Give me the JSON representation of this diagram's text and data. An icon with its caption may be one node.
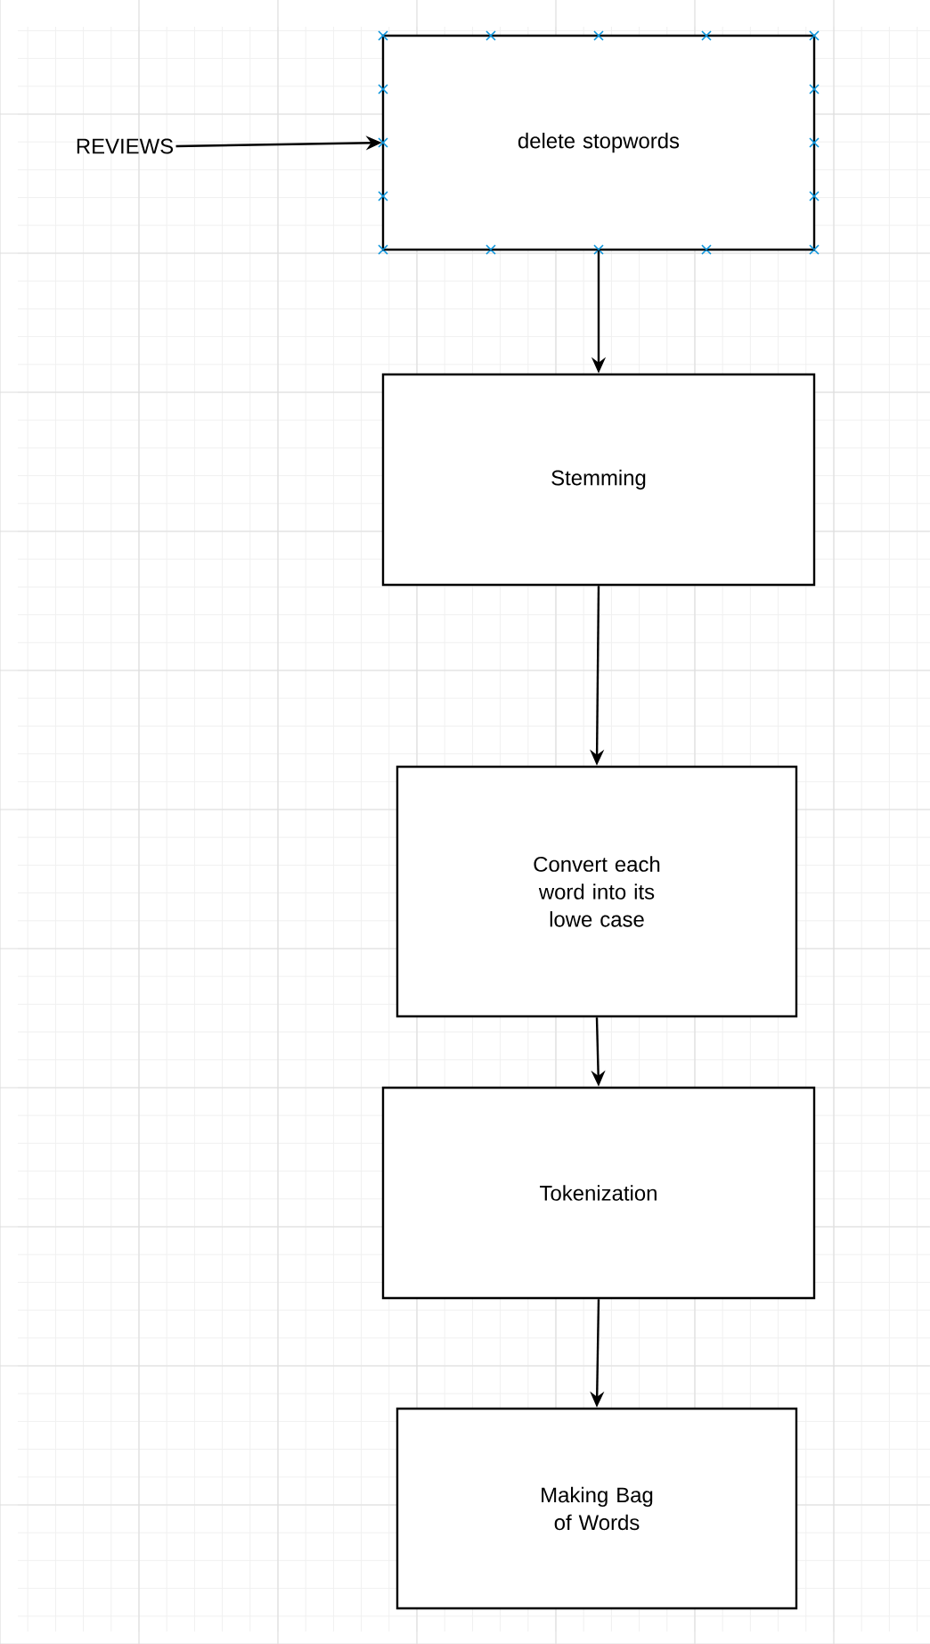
{
  "diagram": {
    "nodes": [
      {
        "text": [
          "REVIEWS"
        ]
      },
      {
        "text": [
          "delete stopwords"
        ]
      },
      {
        "text": [
          "Stemming"
        ]
      },
      {
        "text": [
          "Convert each word into its lowe case"
        ]
      },
      {
        "text": [
          "Tokenization"
        ]
      },
      {
        "text": [
          "Making Bag of Words"
        ]
      }
    ],
    "edges": [
      {
        "from": 0,
        "to": 1,
        "arrow": "to"
      },
      {
        "from": 1,
        "to": 2,
        "arrow": "to"
      },
      {
        "from": 2,
        "to": 3,
        "arrow": "to"
      },
      {
        "from": 3,
        "to": 4,
        "arrow": "to"
      },
      {
        "from": 4,
        "to": 5,
        "arrow": "to"
      }
    ]
  }
}
